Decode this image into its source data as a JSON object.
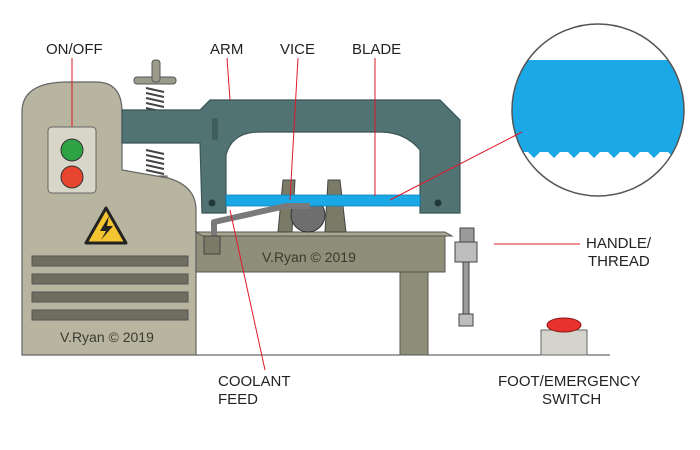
{
  "labels": {
    "on_off": "ON/OFF",
    "arm": "ARM",
    "vice": "VICE",
    "blade": "BLADE",
    "handle_line1": "HANDLE/",
    "handle_line2": "THREAD",
    "coolant_line1": "COOLANT",
    "coolant_line2": "FEED",
    "foot_line1": "FOOT/EMERGENCY",
    "foot_line2": "SWITCH"
  },
  "watermarks": {
    "body": "V.Ryan © 2019",
    "table": "V.Ryan © 2019"
  },
  "colors": {
    "body": "#b7b49f",
    "body_dark": "#9d9a86",
    "arm": "#527374",
    "blade": "#1aa9e6",
    "leader": "#e0192b",
    "button_green": "#2fa244",
    "button_red": "#e8452e",
    "stop_button": "#e8322e"
  },
  "icons": {
    "warning": "high-voltage-warning-icon"
  }
}
